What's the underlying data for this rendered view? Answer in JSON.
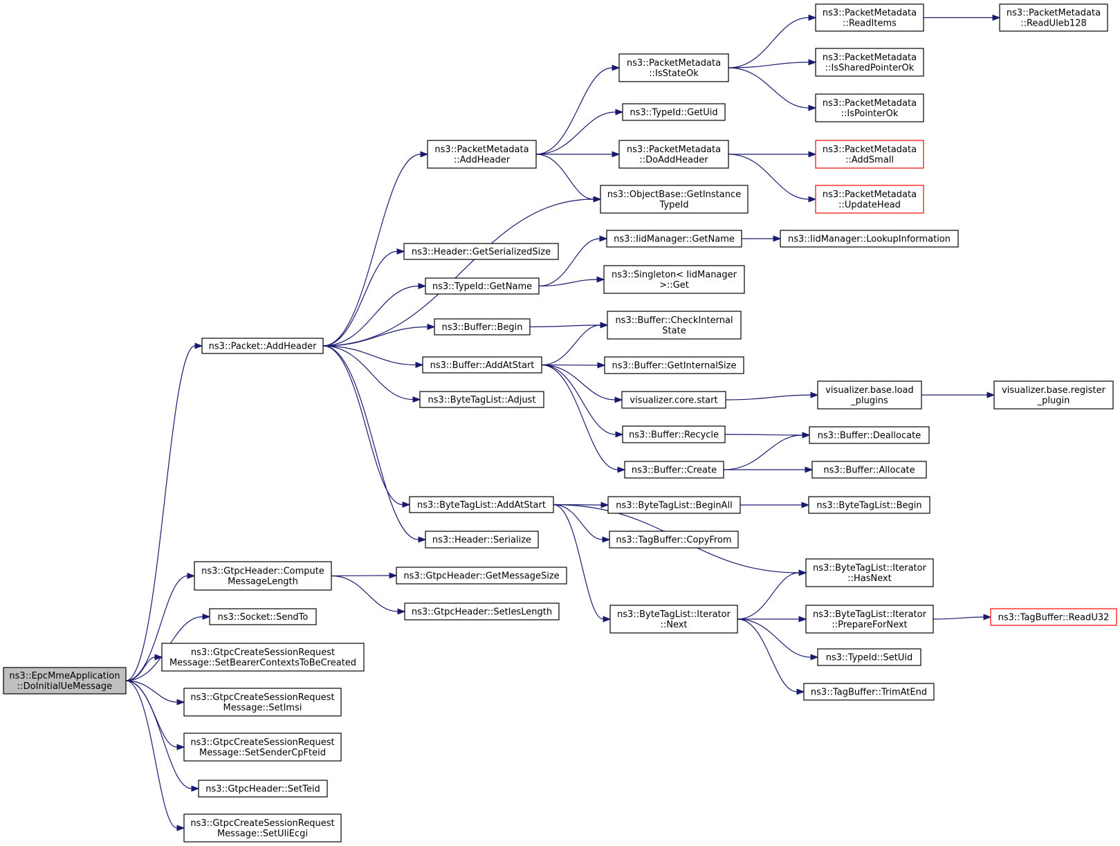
{
  "colors": {
    "edge": "#191970",
    "border": "#000000",
    "truncated_border": "#ff0000",
    "root_fill": "#bfbfbf",
    "node_fill": "#ffffff"
  },
  "nodes": [
    {
      "id": "root",
      "lines": [
        "ns3::EpcMmeApplication",
        "::DoInitialUeMessage"
      ],
      "style": "root"
    },
    {
      "id": "pkt_addheader",
      "lines": [
        "ns3::Packet::AddHeader"
      ]
    },
    {
      "id": "gtpc_compute",
      "lines": [
        "ns3::GtpcHeader::Compute",
        "MessageLength"
      ]
    },
    {
      "id": "socket_sendto",
      "lines": [
        "ns3::Socket::SendTo"
      ]
    },
    {
      "id": "gcs_setbearer",
      "lines": [
        "ns3::GtpcCreateSessionRequest",
        "Message::SetBearerContextsToBeCreated"
      ]
    },
    {
      "id": "gcs_setimsi",
      "lines": [
        "ns3::GtpcCreateSessionRequest",
        "Message::SetImsi"
      ]
    },
    {
      "id": "gcs_setsender",
      "lines": [
        "ns3::GtpcCreateSessionRequest",
        "Message::SetSenderCpFteid"
      ]
    },
    {
      "id": "gtpc_setteid",
      "lines": [
        "ns3::GtpcHeader::SetTeid"
      ]
    },
    {
      "id": "gcs_setuli",
      "lines": [
        "ns3::GtpcCreateSessionRequest",
        "Message::SetUliEcgi"
      ]
    },
    {
      "id": "pm_addheader",
      "lines": [
        "ns3::PacketMetadata",
        "::AddHeader"
      ]
    },
    {
      "id": "hdr_getsize",
      "lines": [
        "ns3::Header::GetSerializedSize"
      ]
    },
    {
      "id": "typeid_getname",
      "lines": [
        "ns3::TypeId::GetName"
      ]
    },
    {
      "id": "buf_begin",
      "lines": [
        "ns3::Buffer::Begin"
      ]
    },
    {
      "id": "buf_addatstart",
      "lines": [
        "ns3::Buffer::AddAtStart"
      ]
    },
    {
      "id": "btl_adjust",
      "lines": [
        "ns3::ByteTagList::Adjust"
      ]
    },
    {
      "id": "btl_addatstart",
      "lines": [
        "ns3::ByteTagList::AddAtStart"
      ]
    },
    {
      "id": "hdr_serialize",
      "lines": [
        "ns3::Header::Serialize"
      ]
    },
    {
      "id": "gtpc_getmsgsize",
      "lines": [
        "ns3::GtpcHeader::GetMessageSize"
      ]
    },
    {
      "id": "gtpc_setieslen",
      "lines": [
        "ns3::GtpcHeader::SetIesLength"
      ]
    },
    {
      "id": "pm_isstateok",
      "lines": [
        "ns3::PacketMetadata",
        "::IsStateOk"
      ]
    },
    {
      "id": "typeid_getuid",
      "lines": [
        "ns3::TypeId::GetUid"
      ]
    },
    {
      "id": "pm_doaddheader",
      "lines": [
        "ns3::PacketMetadata",
        "::DoAddHeader"
      ]
    },
    {
      "id": "ob_getinstance",
      "lines": [
        "ns3::ObjectBase::GetInstance",
        "TypeId"
      ]
    },
    {
      "id": "iid_getname",
      "lines": [
        "ns3::IidManager::GetName"
      ]
    },
    {
      "id": "singleton_get",
      "lines": [
        "ns3::Singleton< IidManager",
        ">::Get"
      ]
    },
    {
      "id": "buf_checkinternal",
      "lines": [
        "ns3::Buffer::CheckInternal",
        "State"
      ]
    },
    {
      "id": "buf_getinternalsize",
      "lines": [
        "ns3::Buffer::GetInternalSize"
      ]
    },
    {
      "id": "vis_core_start",
      "lines": [
        "visualizer.core.start"
      ]
    },
    {
      "id": "buf_recycle",
      "lines": [
        "ns3::Buffer::Recycle"
      ]
    },
    {
      "id": "buf_create",
      "lines": [
        "ns3::Buffer::Create"
      ]
    },
    {
      "id": "btl_beginall",
      "lines": [
        "ns3::ByteTagList::BeginAll"
      ]
    },
    {
      "id": "tb_copyfrom",
      "lines": [
        "ns3::TagBuffer::CopyFrom"
      ]
    },
    {
      "id": "btl_iter_next",
      "lines": [
        "ns3::ByteTagList::Iterator",
        "::Next"
      ]
    },
    {
      "id": "pm_readitems",
      "lines": [
        "ns3::PacketMetadata",
        "::ReadItems"
      ]
    },
    {
      "id": "pm_issharedok",
      "lines": [
        "ns3::PacketMetadata",
        "::IsSharedPointerOk"
      ]
    },
    {
      "id": "pm_ispointerok",
      "lines": [
        "ns3::PacketMetadata",
        "::IsPointerOk"
      ]
    },
    {
      "id": "pm_addsmall",
      "lines": [
        "ns3::PacketMetadata",
        "::AddSmall"
      ],
      "style": "truncated"
    },
    {
      "id": "pm_updatehead",
      "lines": [
        "ns3::PacketMetadata",
        "::UpdateHead"
      ],
      "style": "truncated"
    },
    {
      "id": "iid_lookup",
      "lines": [
        "ns3::IidManager::LookupInformation"
      ]
    },
    {
      "id": "vis_loadplugins",
      "lines": [
        "visualizer.base.load",
        "_plugins"
      ]
    },
    {
      "id": "buf_deallocate",
      "lines": [
        "ns3::Buffer::Deallocate"
      ]
    },
    {
      "id": "buf_allocate",
      "lines": [
        "ns3::Buffer::Allocate"
      ]
    },
    {
      "id": "btl_begin",
      "lines": [
        "ns3::ByteTagList::Begin"
      ]
    },
    {
      "id": "btl_iter_hasnext",
      "lines": [
        "ns3::ByteTagList::Iterator",
        "::HasNext"
      ]
    },
    {
      "id": "btl_iter_prepare",
      "lines": [
        "ns3::ByteTagList::Iterator",
        "::PrepareForNext"
      ]
    },
    {
      "id": "typeid_setuid",
      "lines": [
        "ns3::TypeId::SetUid"
      ]
    },
    {
      "id": "tb_trimatend",
      "lines": [
        "ns3::TagBuffer::TrimAtEnd"
      ]
    },
    {
      "id": "pm_readuleb",
      "lines": [
        "ns3::PacketMetadata",
        "::ReadUleb128"
      ]
    },
    {
      "id": "vis_register",
      "lines": [
        "visualizer.base.register",
        "_plugin"
      ]
    },
    {
      "id": "tb_readu32",
      "lines": [
        "ns3::TagBuffer::ReadU32"
      ],
      "style": "truncated"
    }
  ],
  "edges": [
    [
      "root",
      "pkt_addheader"
    ],
    [
      "root",
      "gtpc_compute"
    ],
    [
      "root",
      "socket_sendto"
    ],
    [
      "root",
      "gcs_setbearer"
    ],
    [
      "root",
      "gcs_setimsi"
    ],
    [
      "root",
      "gcs_setsender"
    ],
    [
      "root",
      "gtpc_setteid"
    ],
    [
      "root",
      "gcs_setuli"
    ],
    [
      "pkt_addheader",
      "pm_addheader"
    ],
    [
      "pkt_addheader",
      "ob_getinstance"
    ],
    [
      "pkt_addheader",
      "hdr_getsize"
    ],
    [
      "pkt_addheader",
      "typeid_getname"
    ],
    [
      "pkt_addheader",
      "buf_begin"
    ],
    [
      "pkt_addheader",
      "buf_addatstart"
    ],
    [
      "pkt_addheader",
      "btl_adjust"
    ],
    [
      "pkt_addheader",
      "btl_addatstart"
    ],
    [
      "pkt_addheader",
      "hdr_serialize"
    ],
    [
      "pm_addheader",
      "pm_isstateok"
    ],
    [
      "pm_addheader",
      "typeid_getuid"
    ],
    [
      "pm_addheader",
      "pm_doaddheader"
    ],
    [
      "pm_addheader",
      "ob_getinstance"
    ],
    [
      "pm_isstateok",
      "pm_readitems"
    ],
    [
      "pm_isstateok",
      "pm_issharedok"
    ],
    [
      "pm_isstateok",
      "pm_ispointerok"
    ],
    [
      "pm_readitems",
      "pm_readuleb"
    ],
    [
      "pm_doaddheader",
      "pm_addsmall"
    ],
    [
      "pm_doaddheader",
      "pm_updatehead"
    ],
    [
      "typeid_getname",
      "iid_getname"
    ],
    [
      "typeid_getname",
      "singleton_get"
    ],
    [
      "iid_getname",
      "iid_lookup"
    ],
    [
      "buf_begin",
      "buf_checkinternal"
    ],
    [
      "buf_addatstart",
      "buf_checkinternal"
    ],
    [
      "buf_addatstart",
      "buf_getinternalsize"
    ],
    [
      "buf_addatstart",
      "vis_core_start"
    ],
    [
      "buf_addatstart",
      "buf_recycle"
    ],
    [
      "buf_addatstart",
      "buf_create"
    ],
    [
      "vis_core_start",
      "vis_loadplugins"
    ],
    [
      "vis_loadplugins",
      "vis_register"
    ],
    [
      "buf_recycle",
      "buf_deallocate"
    ],
    [
      "buf_create",
      "buf_deallocate"
    ],
    [
      "buf_create",
      "buf_allocate"
    ],
    [
      "btl_addatstart",
      "btl_beginall"
    ],
    [
      "btl_addatstart",
      "tb_copyfrom"
    ],
    [
      "btl_addatstart",
      "btl_iter_hasnext"
    ],
    [
      "btl_addatstart",
      "btl_iter_next"
    ],
    [
      "btl_beginall",
      "btl_begin"
    ],
    [
      "btl_iter_next",
      "btl_iter_hasnext"
    ],
    [
      "btl_iter_next",
      "btl_iter_prepare"
    ],
    [
      "btl_iter_next",
      "typeid_setuid"
    ],
    [
      "btl_iter_next",
      "tb_trimatend"
    ],
    [
      "btl_iter_prepare",
      "tb_readu32"
    ],
    [
      "gtpc_compute",
      "gtpc_getmsgsize"
    ],
    [
      "gtpc_compute",
      "gtpc_setieslen"
    ]
  ]
}
